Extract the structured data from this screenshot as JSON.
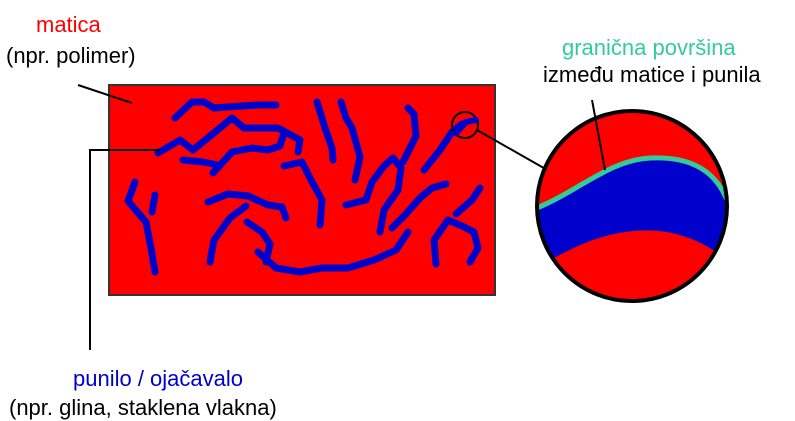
{
  "labels": {
    "matrix_title": "matica",
    "matrix_example": "(npr. polimer)",
    "interface_title": "granična površina",
    "interface_desc": "između matice i punila",
    "filler_title": "punilo / ojačavalo",
    "filler_example": "(npr. glina, staklena vlakna)"
  },
  "colors": {
    "matrix": "#ff0000",
    "filler": "#0000cc",
    "interface": "#33cc99",
    "outline": "#000000",
    "text": "#000000"
  }
}
